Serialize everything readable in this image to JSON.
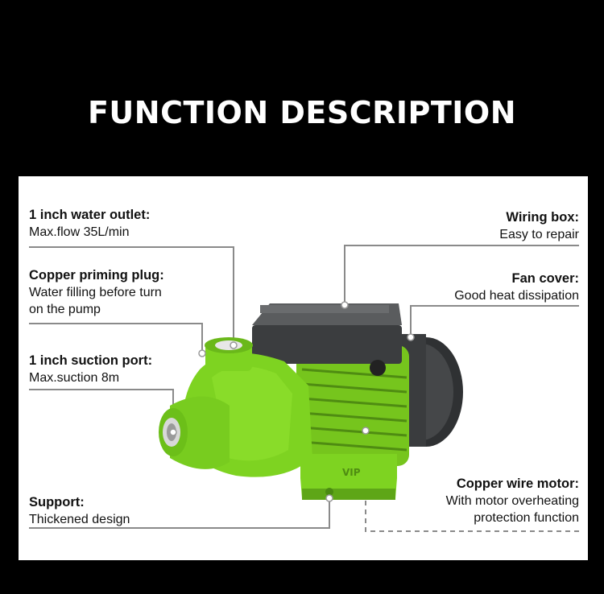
{
  "page": {
    "title": "FUNCTION DESCRIPTION"
  },
  "features": {
    "outlet": {
      "heading": "1 inch water outlet:",
      "desc": [
        "Max.flow 35L/min"
      ]
    },
    "priming": {
      "heading": "Copper priming plug:",
      "desc": [
        "Water filling before turn",
        "on the pump"
      ]
    },
    "suction": {
      "heading": "1 inch suction port:",
      "desc": [
        "Max.suction 8m"
      ]
    },
    "support": {
      "heading": "Support:",
      "desc": [
        "Thickened design"
      ]
    },
    "wiring": {
      "heading": "Wiring box:",
      "desc": [
        "Easy to repair"
      ]
    },
    "fan": {
      "heading": "Fan cover:",
      "desc": [
        "Good heat dissipation"
      ]
    },
    "motor": {
      "heading": "Copper wire motor:",
      "desc": [
        "With motor overheating",
        "protection function"
      ]
    }
  },
  "pump": {
    "brand_mark": "VIP"
  },
  "colors": {
    "pump_green": "#7ed321",
    "pump_dark": "#3b3d3f",
    "line": "#8a8a8a"
  }
}
